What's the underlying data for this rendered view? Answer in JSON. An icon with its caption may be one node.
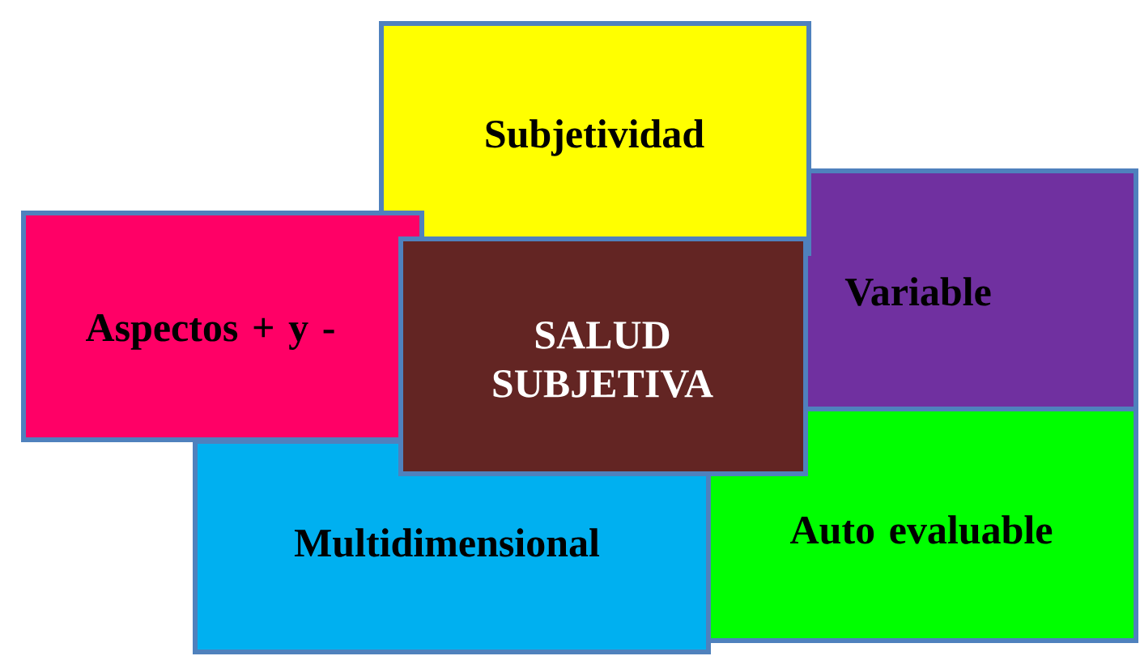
{
  "diagram": {
    "nodes": [
      {
        "text": [
          "Subjetividad"
        ]
      },
      {
        "text": [
          "Aspectos + y -"
        ]
      },
      {
        "text": [
          "Variable"
        ]
      },
      {
        "text": [
          "SALUD SUBJETIVA"
        ]
      },
      {
        "text": [
          "Multidimensional"
        ]
      },
      {
        "text": [
          "Auto evaluable"
        ]
      }
    ]
  }
}
